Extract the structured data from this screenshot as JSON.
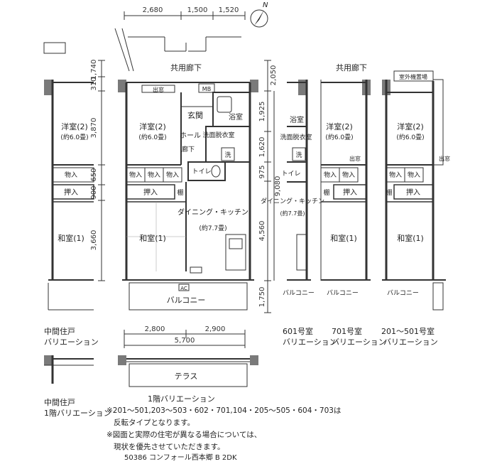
{
  "compass": {
    "north": "N"
  },
  "top_dims": [
    "2,680",
    "1,500",
    "1,520"
  ],
  "main_plan": {
    "corridor": "共用廊下",
    "entrance_storage": "出窓",
    "mb": "MB",
    "western_room": "洋室(2)",
    "western_room_size": "(約6.0畳)",
    "genkan": "玄関",
    "hall": "ホール",
    "rouka": "廊下",
    "bath": "浴室",
    "washroom": "洗面脱衣室",
    "washer": "洗",
    "toilet": "トイレ",
    "storage1": "物入",
    "storage2": "物入",
    "storage3": "物入",
    "closet": "押入",
    "tana": "棚",
    "dining": "ダイニング・キッチン",
    "dining_size": "(約7.7畳)",
    "japanese_room": "和室(1)",
    "balcony": "バルコニー",
    "ac": "AC"
  },
  "left_dims": [
    "1,740",
    "310",
    "3,870",
    "650",
    "900",
    "3,660"
  ],
  "right_dims": [
    "2,050",
    "1,925",
    "1,620",
    "975",
    "4,560",
    "1,750"
  ],
  "total_depth": "9,080",
  "bottom_dims": [
    "2,800",
    "2,900"
  ],
  "total_width": "5,700",
  "mid_unit": {
    "western_room": "洋室(2)",
    "western_size": "(約6.0畳)",
    "storage": "物入",
    "closet": "押入",
    "japanese_room": "和室(1)",
    "caption_line1": "中間住戸",
    "caption_line2": "バリエーション"
  },
  "unit601": {
    "corridor": "共用廊下",
    "bath": "浴室",
    "washroom": "洗面脱衣室",
    "washer": "洗",
    "toilet": "トイレ",
    "dining": "ダイニング・キッチン",
    "dining_size": "(約7.7畳)",
    "balcony": "バルコニー",
    "caption_line1": "601号室",
    "caption_line2": "バリエーション"
  },
  "unit701": {
    "western_room": "洋室(2)",
    "western_size": "(約6.0畳)",
    "bay": "出窓",
    "storage1": "物入",
    "storage2": "物入",
    "closet": "押入",
    "tana": "棚",
    "japanese_room": "和室(1)",
    "balcony": "バルコニー",
    "caption_line1": "701号室",
    "caption_line2": "バリエーション"
  },
  "unit201": {
    "outdoor_unit": "室外機置場",
    "western_room": "洋室(2)",
    "western_size": "(約6.0畳)",
    "bay": "出窓",
    "storage1": "物入",
    "storage2": "物入",
    "closet": "押入",
    "tana": "棚",
    "japanese_room": "和室(1)",
    "balcony": "バルコニー",
    "caption_line1": "201～501号室",
    "caption_line2": "バリエーション"
  },
  "mid_first_floor": {
    "caption_line1": "中間住戸",
    "caption_line2": "1階バリエーション"
  },
  "first_floor": {
    "terrace": "テラス",
    "caption": "1階バリエーション"
  },
  "notes": [
    "※201～501,203～503・602・701,104・205～505・604・703は",
    "反転タイプとなります。",
    "※図面と実際の住宅が異なる場合については、",
    "現状を優先させていただきます。"
  ],
  "footer": "50386 コンフォール西本郷 B 2DK"
}
